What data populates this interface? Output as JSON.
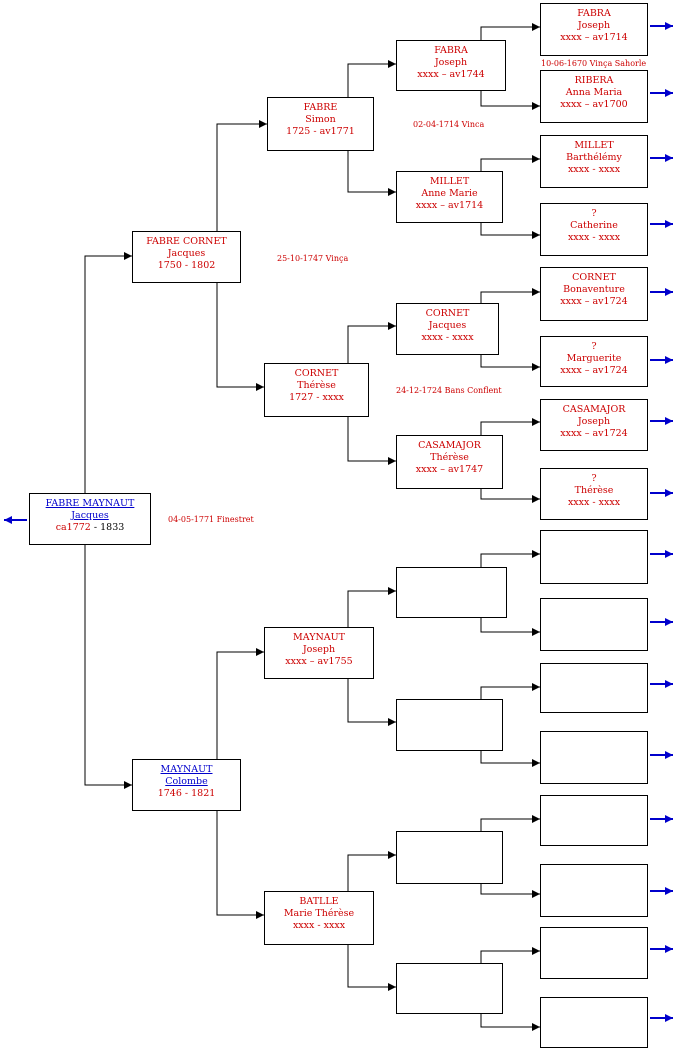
{
  "colors": {
    "line": "#000000",
    "text": "#cc0000",
    "link": "#0000cc",
    "arrow": "#0000cc"
  },
  "persons": {
    "root": {
      "surname": "FABRE MAYNAUT",
      "given": "Jacques",
      "born": "ca1772",
      "sep": " - ",
      "died": "1833"
    },
    "father": {
      "surname": "FABRE CORNET",
      "given": "Jacques",
      "dates": "1750 - 1802"
    },
    "mother": {
      "surname": "MAYNAUT",
      "given": "Colombe",
      "dates": "1746 - 1821"
    },
    "ff": {
      "surname": "FABRE",
      "given": "Simon",
      "dates": "1725 - av1771"
    },
    "fm": {
      "surname": "CORNET",
      "given": "Thérèse",
      "dates": "1727 - xxxx"
    },
    "mf": {
      "surname": "MAYNAUT",
      "given": "Joseph",
      "dates": "xxxx – av1755"
    },
    "mm": {
      "surname": "BATLLE",
      "given": "Marie Thérèse",
      "dates": "xxxx - xxxx"
    },
    "fff": {
      "surname": "FABRA",
      "given": "Joseph",
      "dates": "xxxx – av1744"
    },
    "ffm": {
      "surname": "MILLET",
      "given": "Anne Marie",
      "dates": "xxxx – av1714"
    },
    "fmf": {
      "surname": "CORNET",
      "given": "Jacques",
      "dates": "xxxx - xxxx"
    },
    "fmm": {
      "surname": "CASAMAJOR",
      "given": "Thérèse",
      "dates": "xxxx – av1747"
    },
    "ffff": {
      "surname": "FABRA",
      "given": "Joseph",
      "dates": "xxxx – av1714"
    },
    "fffm": {
      "surname": "RIBERA",
      "given": "Anna Maria",
      "dates": "xxxx – av1700"
    },
    "ffmf": {
      "surname": "MILLET",
      "given": "Barthélémy",
      "dates": "xxxx - xxxx"
    },
    "ffmm": {
      "surname": "?",
      "given": "Catherine",
      "dates": "xxxx - xxxx"
    },
    "fmff": {
      "surname": "CORNET",
      "given": "Bonaventure",
      "dates": "xxxx – av1724"
    },
    "fmfm": {
      "surname": "?",
      "given": "Marguerite",
      "dates": "xxxx – av1724"
    },
    "fmmf": {
      "surname": "CASAMAJOR",
      "given": "Joseph",
      "dates": "xxxx – av1724"
    },
    "fmmm": {
      "surname": "?",
      "given": "Thérèse",
      "dates": "xxxx - xxxx"
    }
  },
  "marriages": {
    "root_parents": "04-05-1771 Finestret",
    "father_parents": "25-10-1747 Vinça",
    "ff_parents": "02-04-1714 Vinca",
    "fm_parents": "24-12-1724 Bans Conflent",
    "fff_parents": "10-06-1670  Vinça Sahorle"
  }
}
